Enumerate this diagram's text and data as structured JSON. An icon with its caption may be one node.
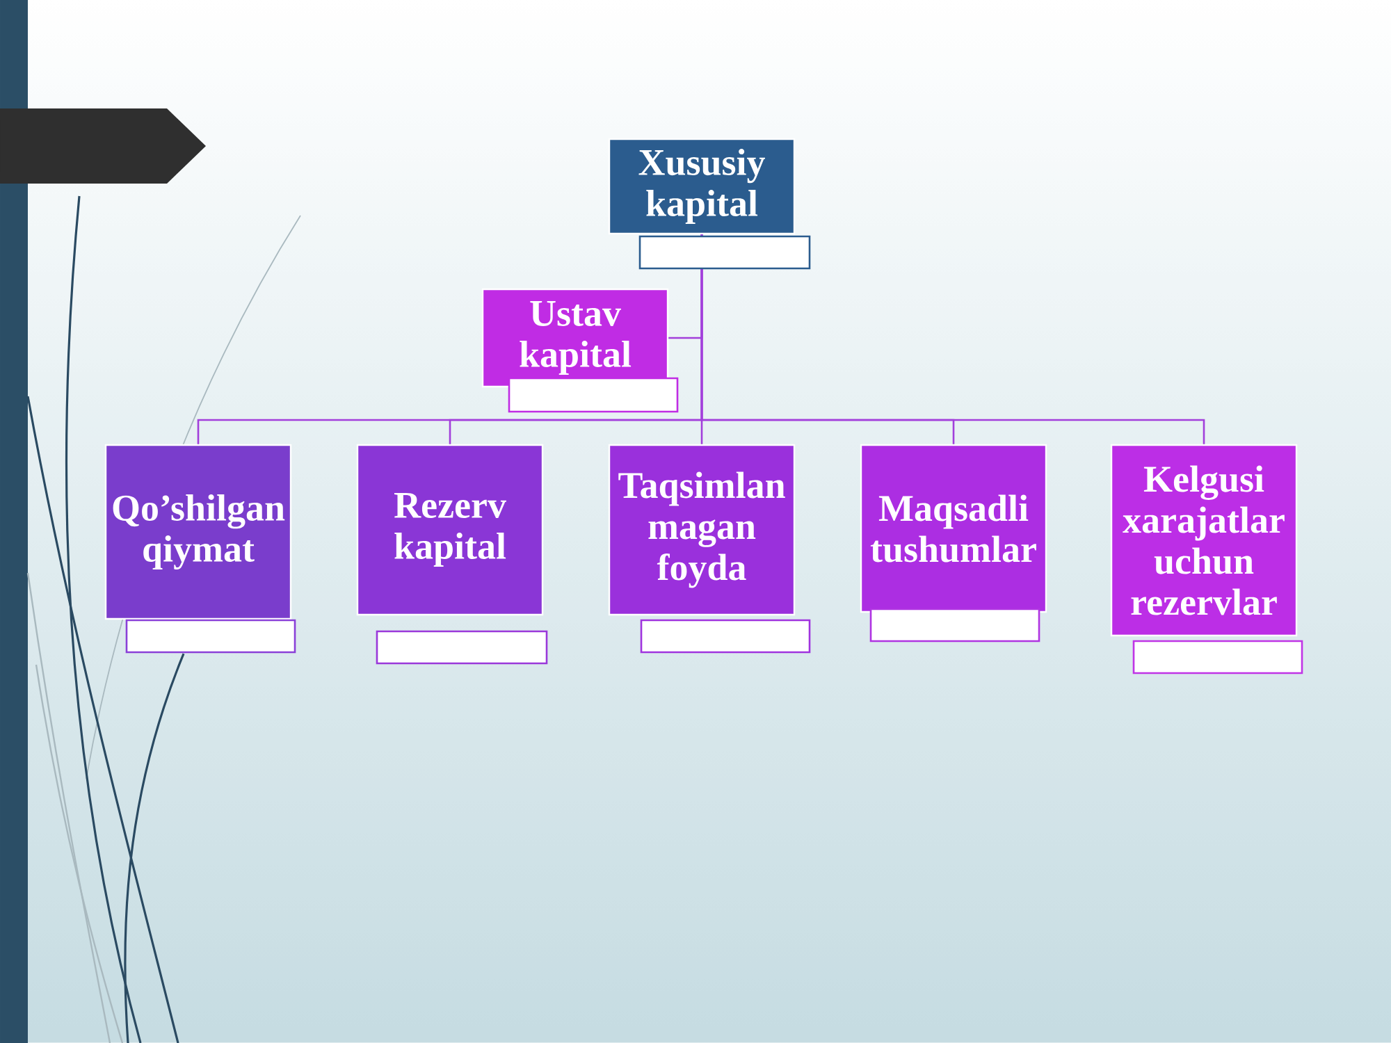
{
  "diagram": {
    "nodes": [
      {
        "text": [
          "Xususiy kapital"
        ]
      },
      {
        "text": [
          "Ustav kapital"
        ]
      },
      {
        "text": [
          "Qo’shilgan qiymat"
        ]
      },
      {
        "text": [
          "Rezerv kapital"
        ]
      },
      {
        "text": [
          "Taqsimlan magan foyda"
        ]
      },
      {
        "text": [
          "Maqsadli tushumlar"
        ]
      },
      {
        "text": [
          "Kelgusi xarajatlar uchun rezervlar"
        ]
      }
    ],
    "edges": [
      {
        "from": 0,
        "to": 1,
        "arrow": "none"
      },
      {
        "from": 0,
        "to": 2,
        "arrow": "none"
      },
      {
        "from": 0,
        "to": 3,
        "arrow": "none"
      },
      {
        "from": 0,
        "to": 4,
        "arrow": "none"
      },
      {
        "from": 0,
        "to": 5,
        "arrow": "none"
      },
      {
        "from": 0,
        "to": 6,
        "arrow": "none"
      }
    ]
  }
}
